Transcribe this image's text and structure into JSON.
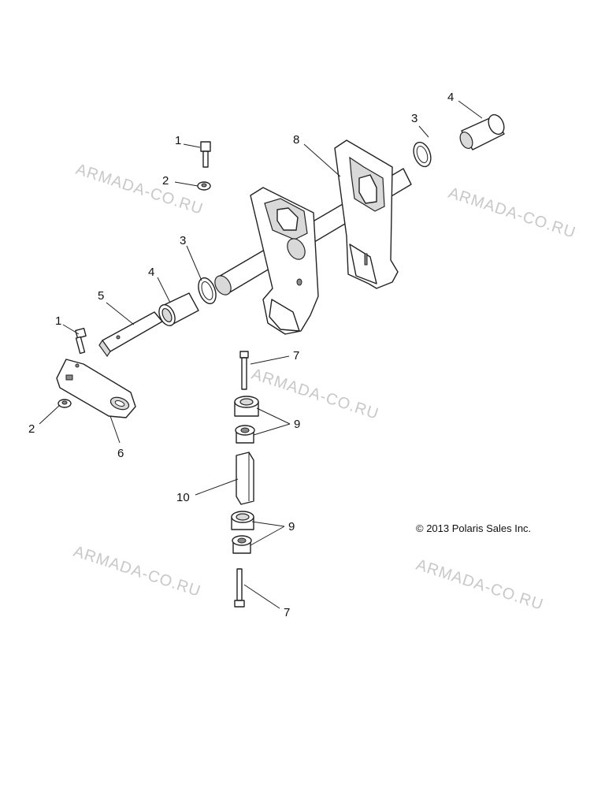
{
  "copyright": "© 2013 Polaris Sales Inc.",
  "watermark": "ARMADA-CO.RU",
  "callouts": {
    "c1a": "1",
    "c2a": "2",
    "c3a": "3",
    "c4a": "4",
    "c3b": "3",
    "c4b": "4",
    "c5": "5",
    "c8": "8",
    "c1b": "1",
    "c2b": "2",
    "c6": "6",
    "c7a": "7",
    "c9a": "9",
    "c10": "10",
    "c9b": "9",
    "c7b": "7"
  }
}
